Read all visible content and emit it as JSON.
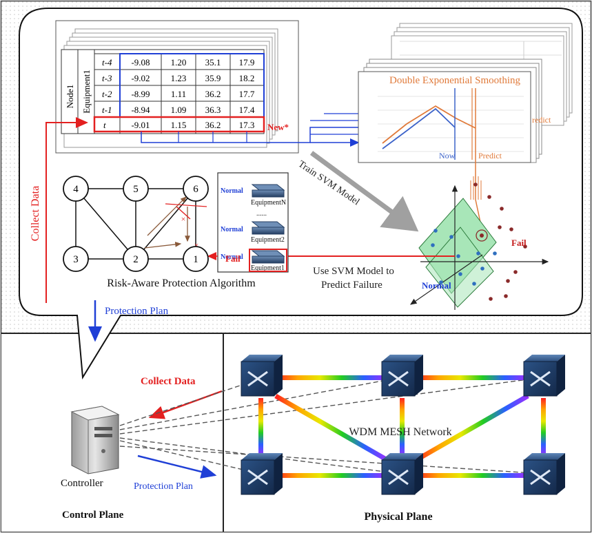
{
  "data_table": {
    "node": "Node1",
    "equipment": "Equipment1",
    "rows": [
      {
        "time": "t-4",
        "values": [
          "-9.08",
          "1.20",
          "35.1",
          "17.9"
        ]
      },
      {
        "time": "t-3",
        "values": [
          "-9.02",
          "1.23",
          "35.9",
          "18.2"
        ]
      },
      {
        "time": "t-2",
        "values": [
          "-8.99",
          "1.11",
          "36.2",
          "17.7"
        ]
      },
      {
        "time": "t-1",
        "values": [
          "-8.94",
          "1.09",
          "36.3",
          "17.4"
        ]
      },
      {
        "time": "t",
        "values": [
          "-9.01",
          "1.15",
          "36.2",
          "17.3"
        ]
      }
    ],
    "new_label": "New*"
  },
  "smoothing": {
    "title": "Double Exponential Smoothing",
    "now": "Now",
    "predict": "Predict",
    "back_predict": "redict"
  },
  "svm": {
    "train_label": "Train SVM Model",
    "use_label_1": "Use SVM Model to",
    "use_label_2": "Predict Failure",
    "normal": "Normal",
    "fail": "Fail"
  },
  "topology": {
    "nodes": [
      "4",
      "5",
      "6",
      "3",
      "2",
      "1"
    ],
    "title": "Risk-Aware Protection Algorithm",
    "fail": "Fail"
  },
  "equipment_panel": {
    "items": [
      {
        "status": "Normal",
        "name": "EquipmentN"
      },
      {
        "status": "Normal",
        "name": "Equipment2"
      },
      {
        "status": "Normal",
        "name": "Equipment1"
      }
    ],
    "dots": "......"
  },
  "flow": {
    "collect_data_vertical": "Collect Data",
    "protection_plan_top": "Protection Plan",
    "collect_data": "Collect Data",
    "protection_plan": "Protection Plan"
  },
  "control_plane": {
    "controller": "Controller",
    "title": "Control Plane"
  },
  "physical_plane": {
    "network": "WDM MESH Network",
    "title": "Physical Plane"
  },
  "colors": {
    "red": "#e32020",
    "blue": "#1f3fd6",
    "orange": "#e07a3a",
    "switch": "#1f3d67",
    "svm_region": "#a8e6b8"
  }
}
